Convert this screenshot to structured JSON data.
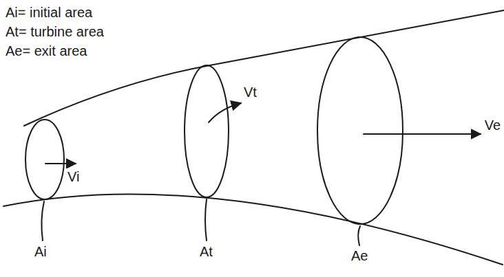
{
  "diagram": {
    "labels": [
      "Ai= initial area",
      "At= turbine area",
      "Ae= exit area",
      "Vi",
      "Vt",
      "Ve",
      "Ai",
      "At",
      "Ae"
    ]
  }
}
